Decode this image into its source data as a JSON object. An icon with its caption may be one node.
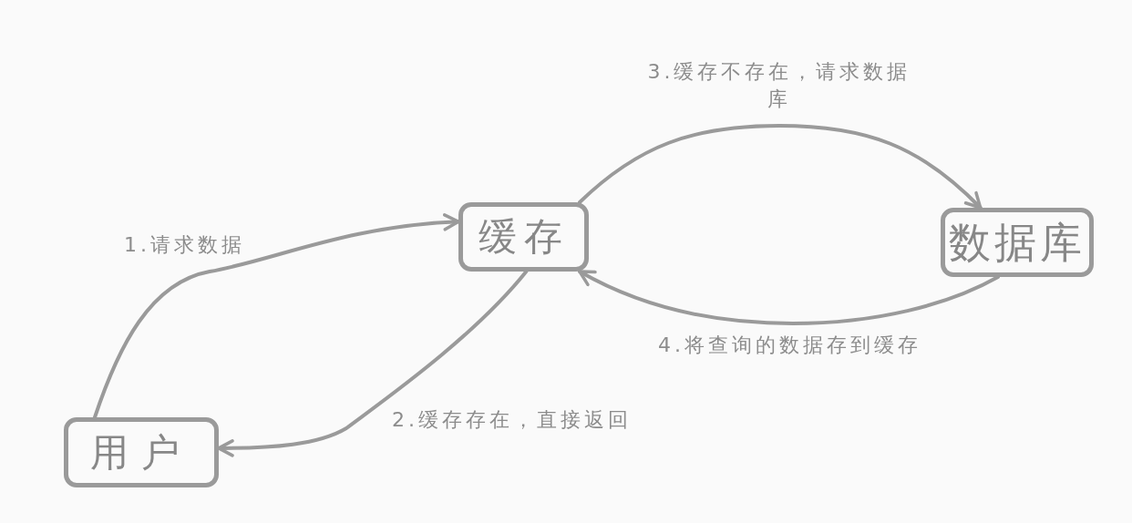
{
  "diagram": {
    "nodes": [
      {
        "text": [
          "缓存"
        ]
      },
      {
        "text": [
          "数据库"
        ]
      },
      {
        "text": [
          "用户"
        ]
      }
    ],
    "edges": [
      {
        "from": 2,
        "to": 0,
        "arrow": "to",
        "label": "1.请求数据"
      },
      {
        "from": 0,
        "to": 2,
        "arrow": "to",
        "label": "2.缓存存在，直接返回"
      },
      {
        "from": 0,
        "to": 1,
        "arrow": "to",
        "label": "3.缓存不存在，请求数据库"
      },
      {
        "from": 1,
        "to": 0,
        "arrow": "to",
        "label": "4.将查询的数据存到缓存"
      }
    ]
  }
}
